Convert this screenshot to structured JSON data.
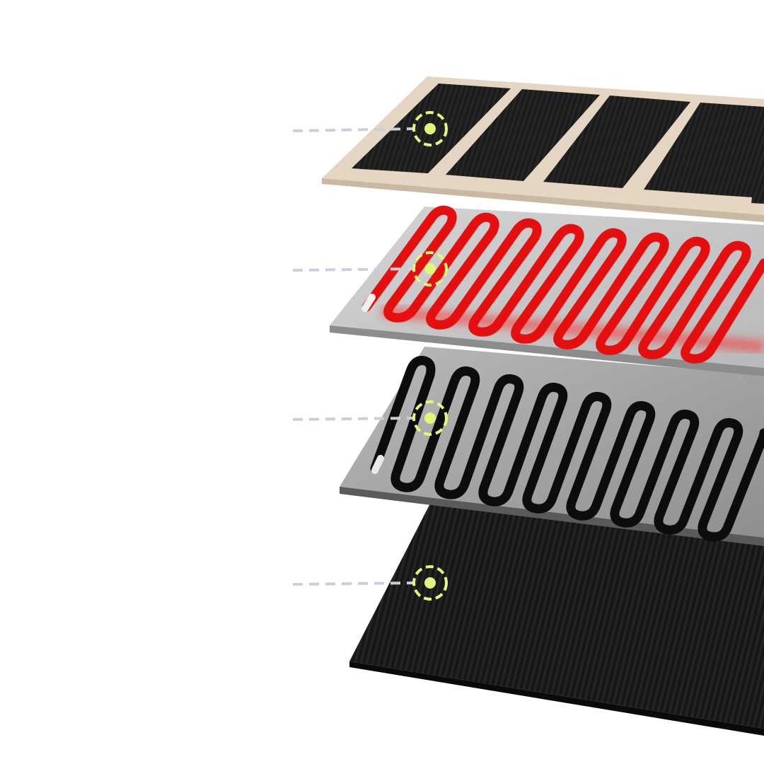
{
  "diagram": {
    "kind": "exploded-layer-view",
    "background": "#ffffff",
    "layers": [
      {
        "id": "top-frame-layer",
        "material": "wood-frame-with-carbon-panels",
        "frame_color": "#e4d6c2",
        "panel_color": "#1f1f1f"
      },
      {
        "id": "heating-element-layer",
        "material": "red-serpentine-tube-on-aluminum",
        "tube_color": "#e81010",
        "plate_color": "#c6c6c6"
      },
      {
        "id": "cooling-element-layer",
        "material": "black-serpentine-tube-on-aluminum",
        "tube_color": "#111111",
        "plate_color": "#a6a6a6"
      },
      {
        "id": "base-layer",
        "material": "carbon-fiber-base-sheet",
        "sheet_color": "#1c1c1c"
      }
    ],
    "callouts": {
      "count": 4,
      "marker_color": "#dff77a",
      "leader_color": "#c9d0dc",
      "labels": []
    }
  }
}
